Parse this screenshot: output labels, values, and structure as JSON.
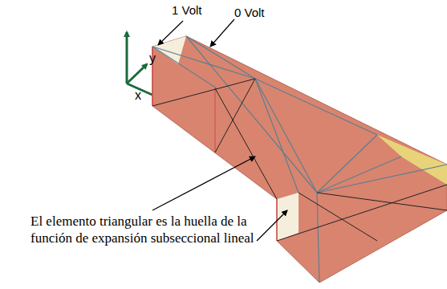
{
  "diagram": {
    "labels": [
      "1 Volt",
      "0 Volt",
      "y",
      "x",
      "El elemento triangular es la huella de la función de expansión subseccional lineal"
    ]
  }
}
